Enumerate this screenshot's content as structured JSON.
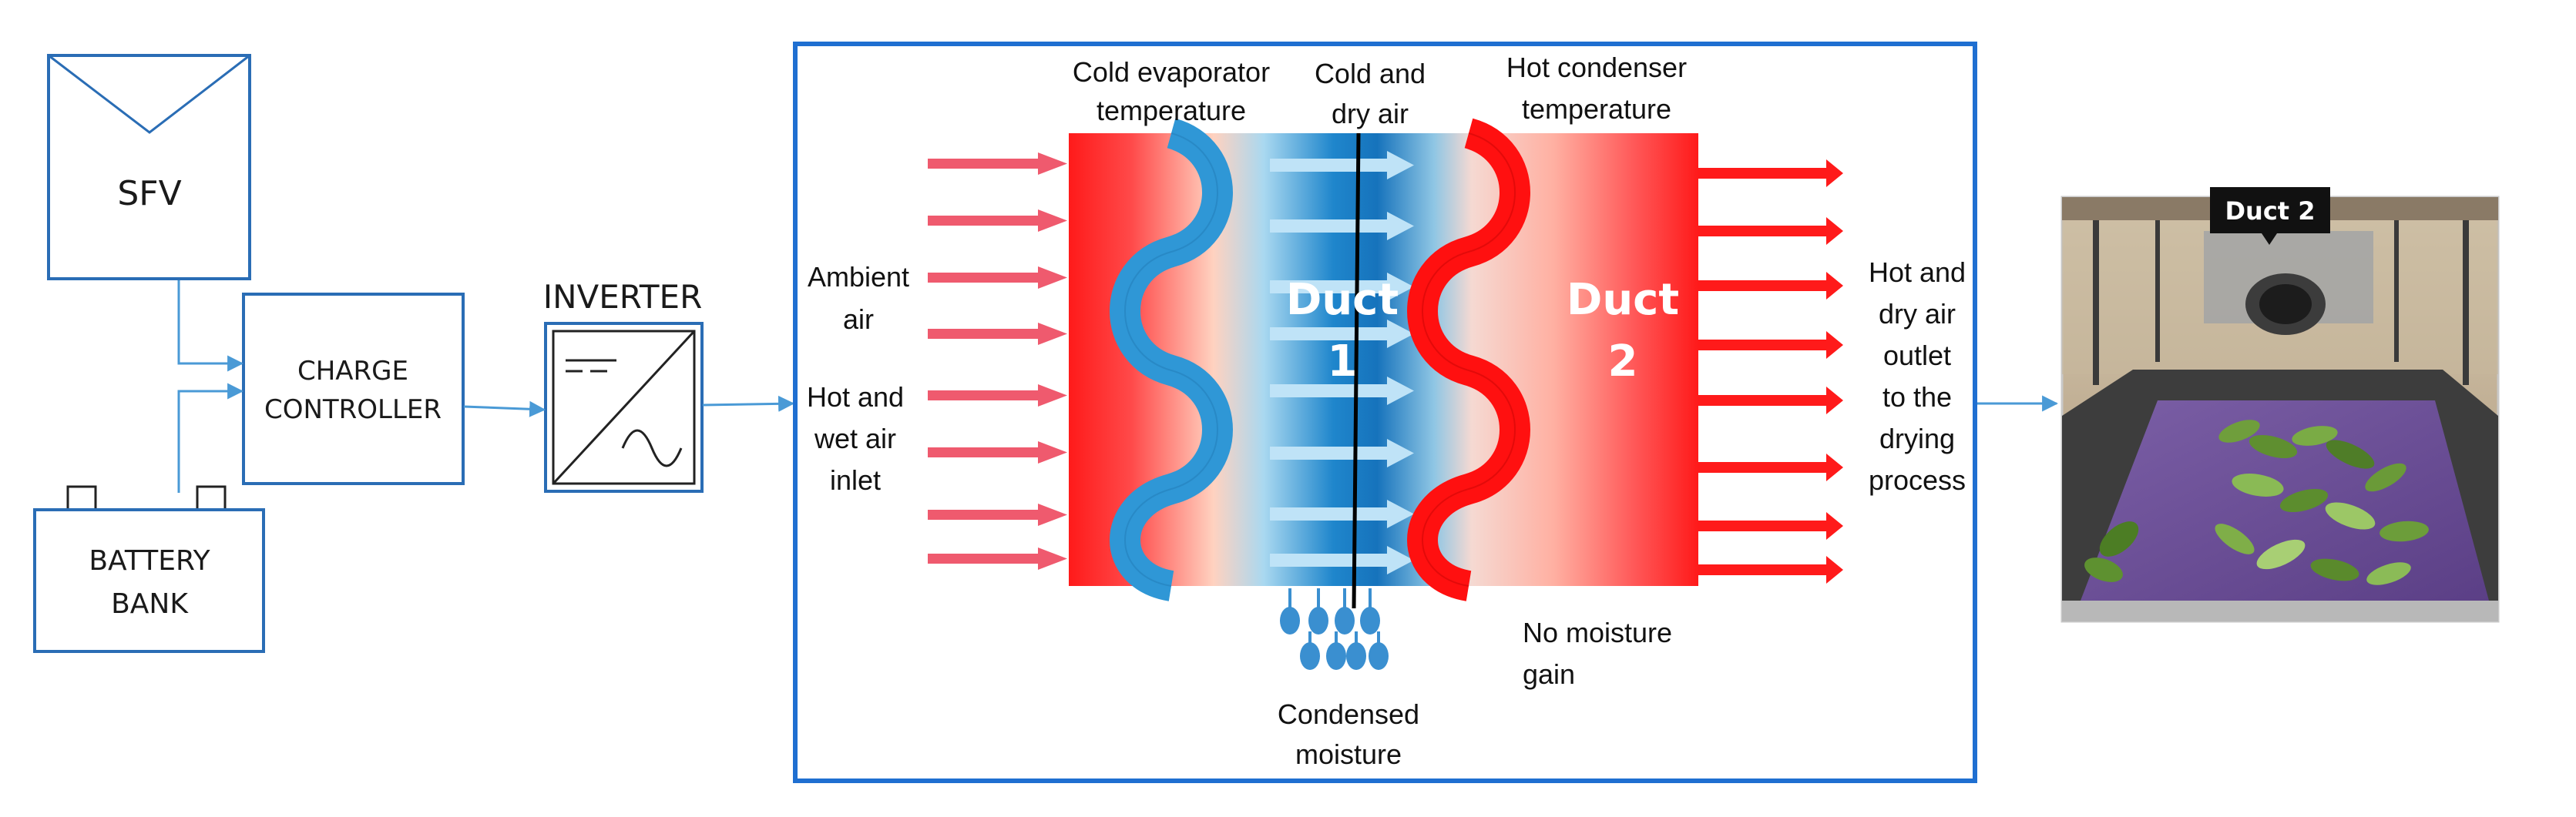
{
  "colors": {
    "block_border": "#2a6db5",
    "connector": "#4a9ad6",
    "panel_border": "#1f6fd1",
    "inlet_arrow": "#ef5a6e",
    "outlet_arrow": "#ff1a1a",
    "cold_coil": "#2f97d6",
    "cold_air_arrow": "#bfe3f7",
    "hot_coil": "#ff1010",
    "droplet": "#3a8fd0"
  },
  "blocks": {
    "solar_panel_label": "SFV",
    "charge_controller_line1": "CHARGE",
    "charge_controller_line2": "CONTROLLER",
    "battery_line1": "BATTERY",
    "battery_line2": "BANK",
    "inverter_label": "INVERTER"
  },
  "dryer": {
    "cold_evaporator_line1": "Cold evaporator",
    "cold_evaporator_line2": "temperature",
    "cold_dry_air_line1": "Cold and",
    "cold_dry_air_line2": "dry air",
    "hot_condenser_line1": "Hot condenser",
    "hot_condenser_line2": "temperature",
    "ambient_air_line1": "Ambient",
    "ambient_air_line2": "air",
    "inlet_line1": "Hot and",
    "inlet_line2": "wet air",
    "inlet_line3": "inlet",
    "duct1_line1": "Duct",
    "duct1_line2": "1",
    "duct2_line1": "Duct",
    "duct2_line2": "2",
    "outlet_line1": "Hot and",
    "outlet_line2": "dry air",
    "outlet_line3": "outlet",
    "outlet_line4": "to the",
    "outlet_line5": "drying",
    "outlet_line6": "process",
    "no_moisture_line1": "No moisture",
    "no_moisture_line2": "gain",
    "condensed_line1": "Condensed",
    "condensed_line2": "moisture"
  },
  "photo": {
    "badge": "Duct 2"
  }
}
